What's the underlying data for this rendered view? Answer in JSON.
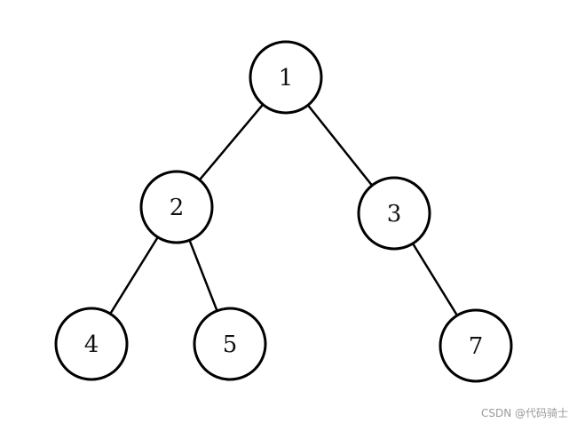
{
  "tree": {
    "nodes": [
      {
        "id": "n1",
        "label": "1"
      },
      {
        "id": "n2",
        "label": "2"
      },
      {
        "id": "n3",
        "label": "3"
      },
      {
        "id": "n4",
        "label": "4"
      },
      {
        "id": "n5",
        "label": "5"
      },
      {
        "id": "n7",
        "label": "7"
      }
    ],
    "edges": [
      {
        "from": "n1",
        "to": "n2"
      },
      {
        "from": "n1",
        "to": "n3"
      },
      {
        "from": "n2",
        "to": "n4"
      },
      {
        "from": "n2",
        "to": "n5"
      },
      {
        "from": "n3",
        "to": "n7"
      }
    ]
  },
  "watermark": {
    "text": "CSDN @代码骑士"
  },
  "colors": {
    "stroke": "#000000",
    "background": "#ffffff",
    "watermark": "#9a9a9a"
  }
}
